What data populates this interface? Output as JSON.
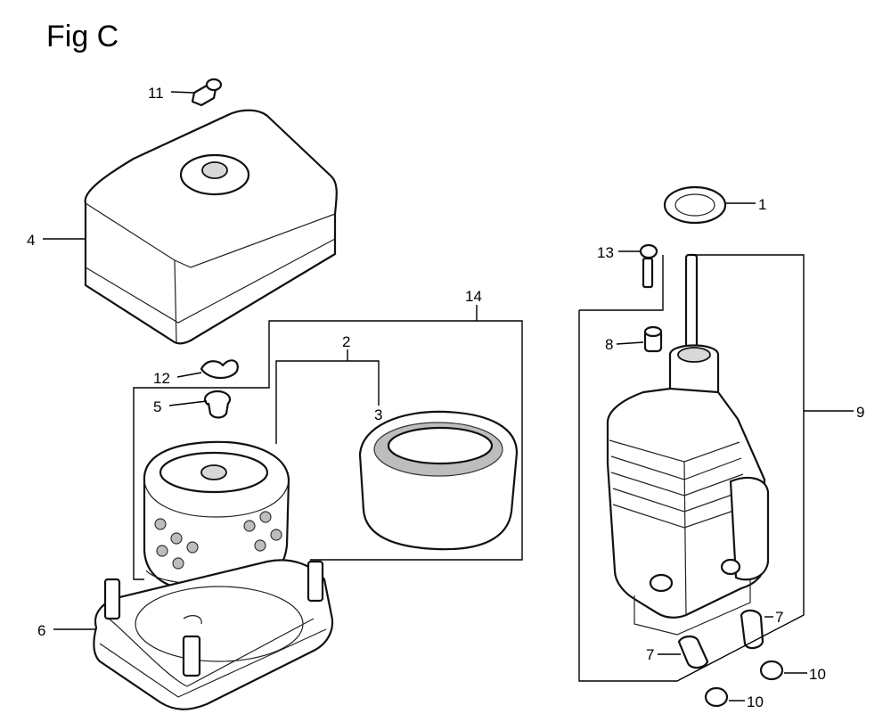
{
  "title": "Fig C",
  "callouts": [
    {
      "id": "c11",
      "label": "11"
    },
    {
      "id": "c4",
      "label": "4"
    },
    {
      "id": "c14",
      "label": "14"
    },
    {
      "id": "c2",
      "label": "2"
    },
    {
      "id": "c3",
      "label": "3"
    },
    {
      "id": "c12",
      "label": "12"
    },
    {
      "id": "c5",
      "label": "5"
    },
    {
      "id": "c6",
      "label": "6"
    },
    {
      "id": "c1",
      "label": "1"
    },
    {
      "id": "c13",
      "label": "13"
    },
    {
      "id": "c8",
      "label": "8"
    },
    {
      "id": "c9",
      "label": "9"
    },
    {
      "id": "c7a",
      "label": "7"
    },
    {
      "id": "c7b",
      "label": "7"
    },
    {
      "id": "c10a",
      "label": "10"
    },
    {
      "id": "c10b",
      "label": "10"
    }
  ]
}
